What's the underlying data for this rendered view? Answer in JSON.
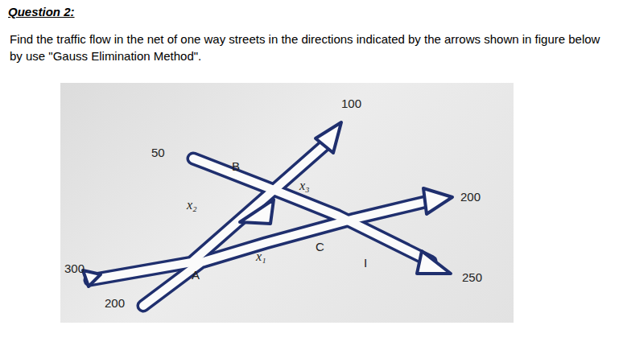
{
  "diagram": {
    "title": "Question 2:",
    "labels": [
      "Find the traffic flow in the net of one way streets in the directions indicated by the arrows shown in figure below by use \"Gauss Elimination Method\".",
      "100",
      "50",
      "B",
      "x₃",
      "x₂",
      "200",
      "C",
      "x₁",
      "300",
      "A",
      "I",
      "250",
      "200"
    ]
  }
}
